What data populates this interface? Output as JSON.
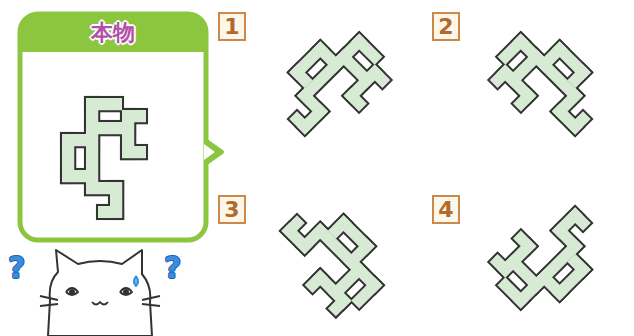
{
  "diagram": {
    "nodes": [
      {
        "text": [
          "本物"
        ]
      },
      {
        "text": [
          "1"
        ]
      },
      {
        "text": [
          "2"
        ]
      },
      {
        "text": [
          "3"
        ]
      },
      {
        "text": [
          "4"
        ]
      }
    ],
    "labels": [
      "?",
      "?"
    ]
  }
}
